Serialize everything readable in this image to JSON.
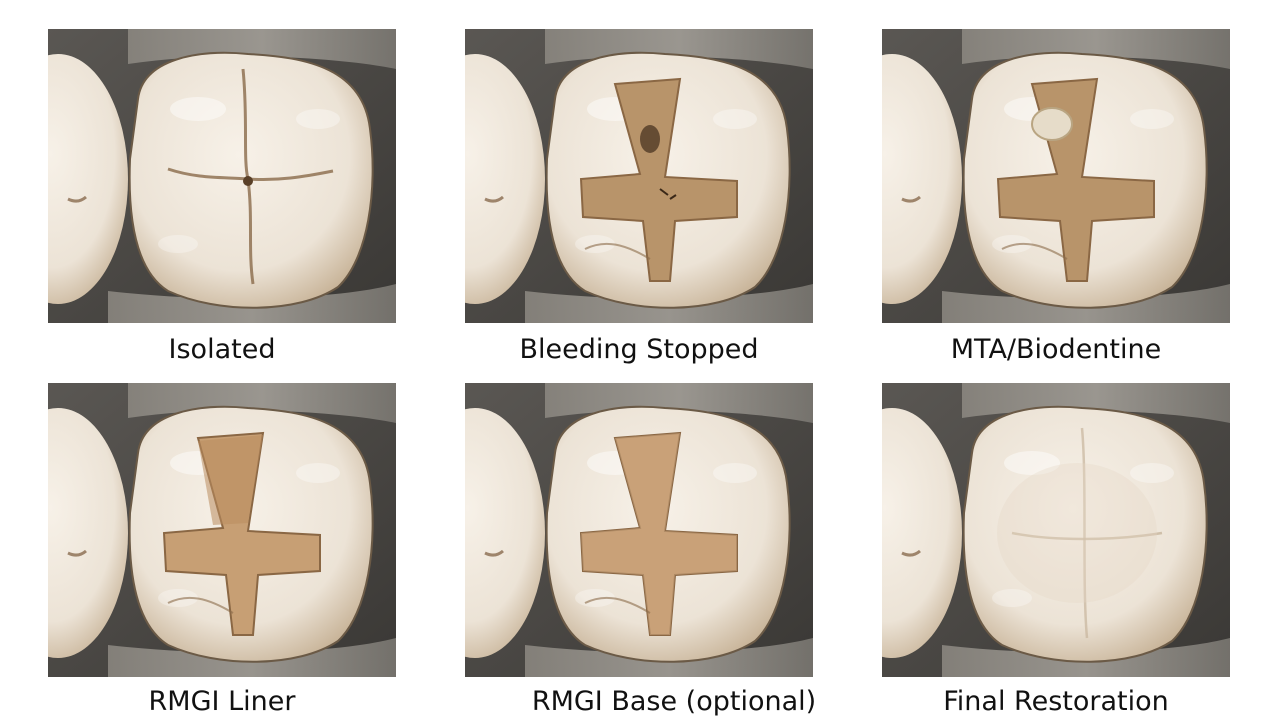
{
  "panels": [
    {
      "caption": "Isolated",
      "stage": "isolated"
    },
    {
      "caption": "Bleeding Stopped",
      "stage": "access"
    },
    {
      "caption": "MTA/Biodentine",
      "stage": "mta"
    },
    {
      "caption": "RMGI Liner",
      "stage": "liner"
    },
    {
      "caption": "RMGI Base (optional)",
      "stage": "base"
    },
    {
      "caption": "Final Restoration",
      "stage": "final"
    }
  ],
  "colors": {
    "dam": "#4c4a47",
    "clamp": "#a7a39c",
    "enamel": "#ece3d6",
    "enamel_shadow": "#c9b59a",
    "cavity": "#b8946a",
    "cavity_dark": "#8a6744",
    "liner": "#c79f74",
    "restoration": "#e4d8c7"
  }
}
